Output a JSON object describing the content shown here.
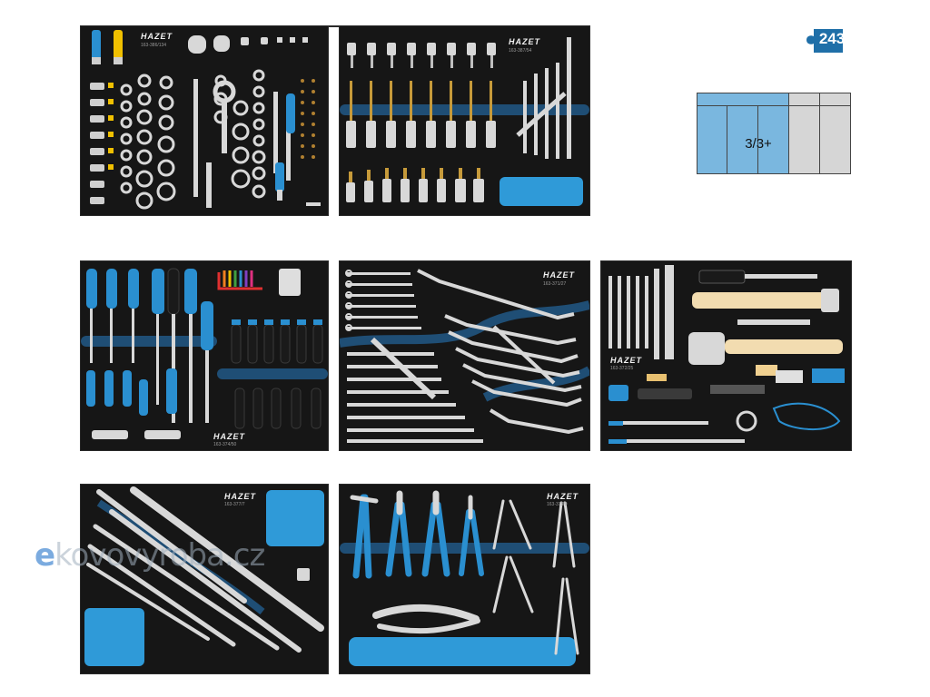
{
  "trays": [
    {
      "id": "t1",
      "brand": "HAZET",
      "code": "163-386/134"
    },
    {
      "id": "t2",
      "brand": "HAZET",
      "code": "163-387/54"
    },
    {
      "id": "t3",
      "brand": "HAZET",
      "code": "163-374/50"
    },
    {
      "id": "t4",
      "brand": "HAZET",
      "code": "163-371/27"
    },
    {
      "id": "t5",
      "brand": "HAZET",
      "code": "163-372/25"
    },
    {
      "id": "t6",
      "brand": "HAZET",
      "code": "163-377/7"
    },
    {
      "id": "t7",
      "brand": "HAZET",
      "code": "163-375/9"
    }
  ],
  "badge": {
    "number": "243"
  },
  "drawer_diagram": {
    "label": "3/3+"
  },
  "watermark": {
    "text_accent": "e",
    "text_rest": "kovovyroba.cz"
  },
  "colors": {
    "tray_bg": "#161616",
    "hazet_blue": "#2a8fd0",
    "foam_blue": "#2f9ad8",
    "chrome": "#d8d8d8",
    "grid_blue": "#7ab7df",
    "grid_gray": "#d6d6d6"
  }
}
